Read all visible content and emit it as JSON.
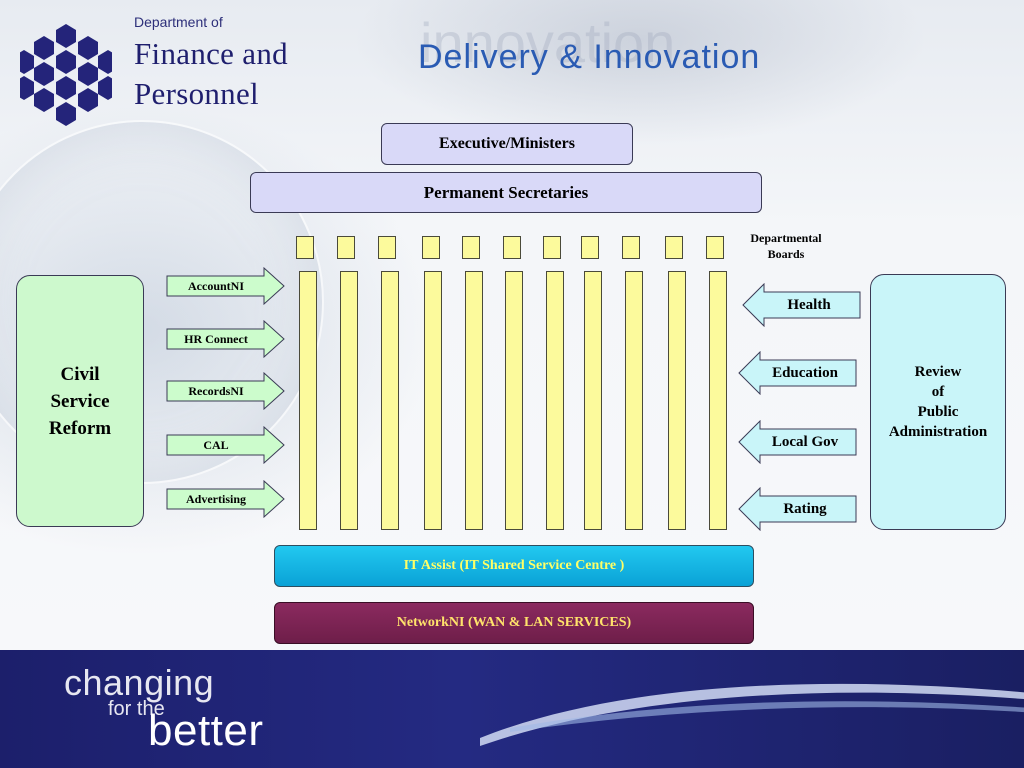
{
  "header": {
    "dept_of": "Department of",
    "dept_line1": "Finance and",
    "dept_line2": "Personnel",
    "banner_ghost": "innovation",
    "banner_title": "Delivery & Innovation"
  },
  "diagram": {
    "executive": "Executive/Ministers",
    "permanent_secretaries": "Permanent Secretaries",
    "departmental_boards_line1": "Departmental",
    "departmental_boards_line2": "Boards",
    "civil_service_reform": [
      "Civil",
      "Service",
      "Reform"
    ],
    "review_public_admin": [
      "Review",
      "of",
      "Public",
      "Administration"
    ],
    "left_arrows": [
      "AccountNI",
      "HR Connect",
      "RecordsNI",
      "CAL",
      "Advertising"
    ],
    "right_arrows": [
      "Health",
      "Education",
      "Local Gov",
      "Rating"
    ],
    "department_count": 11,
    "it_assist": "IT Assist (IT Shared Service Centre )",
    "networkni": "NetworkNI (WAN & LAN SERVICES)"
  },
  "footer": {
    "changing": "changing",
    "for_the": "for the",
    "better": "better"
  },
  "colors": {
    "column_fill": "#fcfa9c",
    "left_arrow_fill": "#ccfccc",
    "right_arrow_fill": "#c9f5f9",
    "header_box_fill": "#d9d9f8",
    "it_assist_fill": "#14b6e4",
    "networkni_fill": "#7a2452",
    "footer_bg": "#1f237a"
  }
}
